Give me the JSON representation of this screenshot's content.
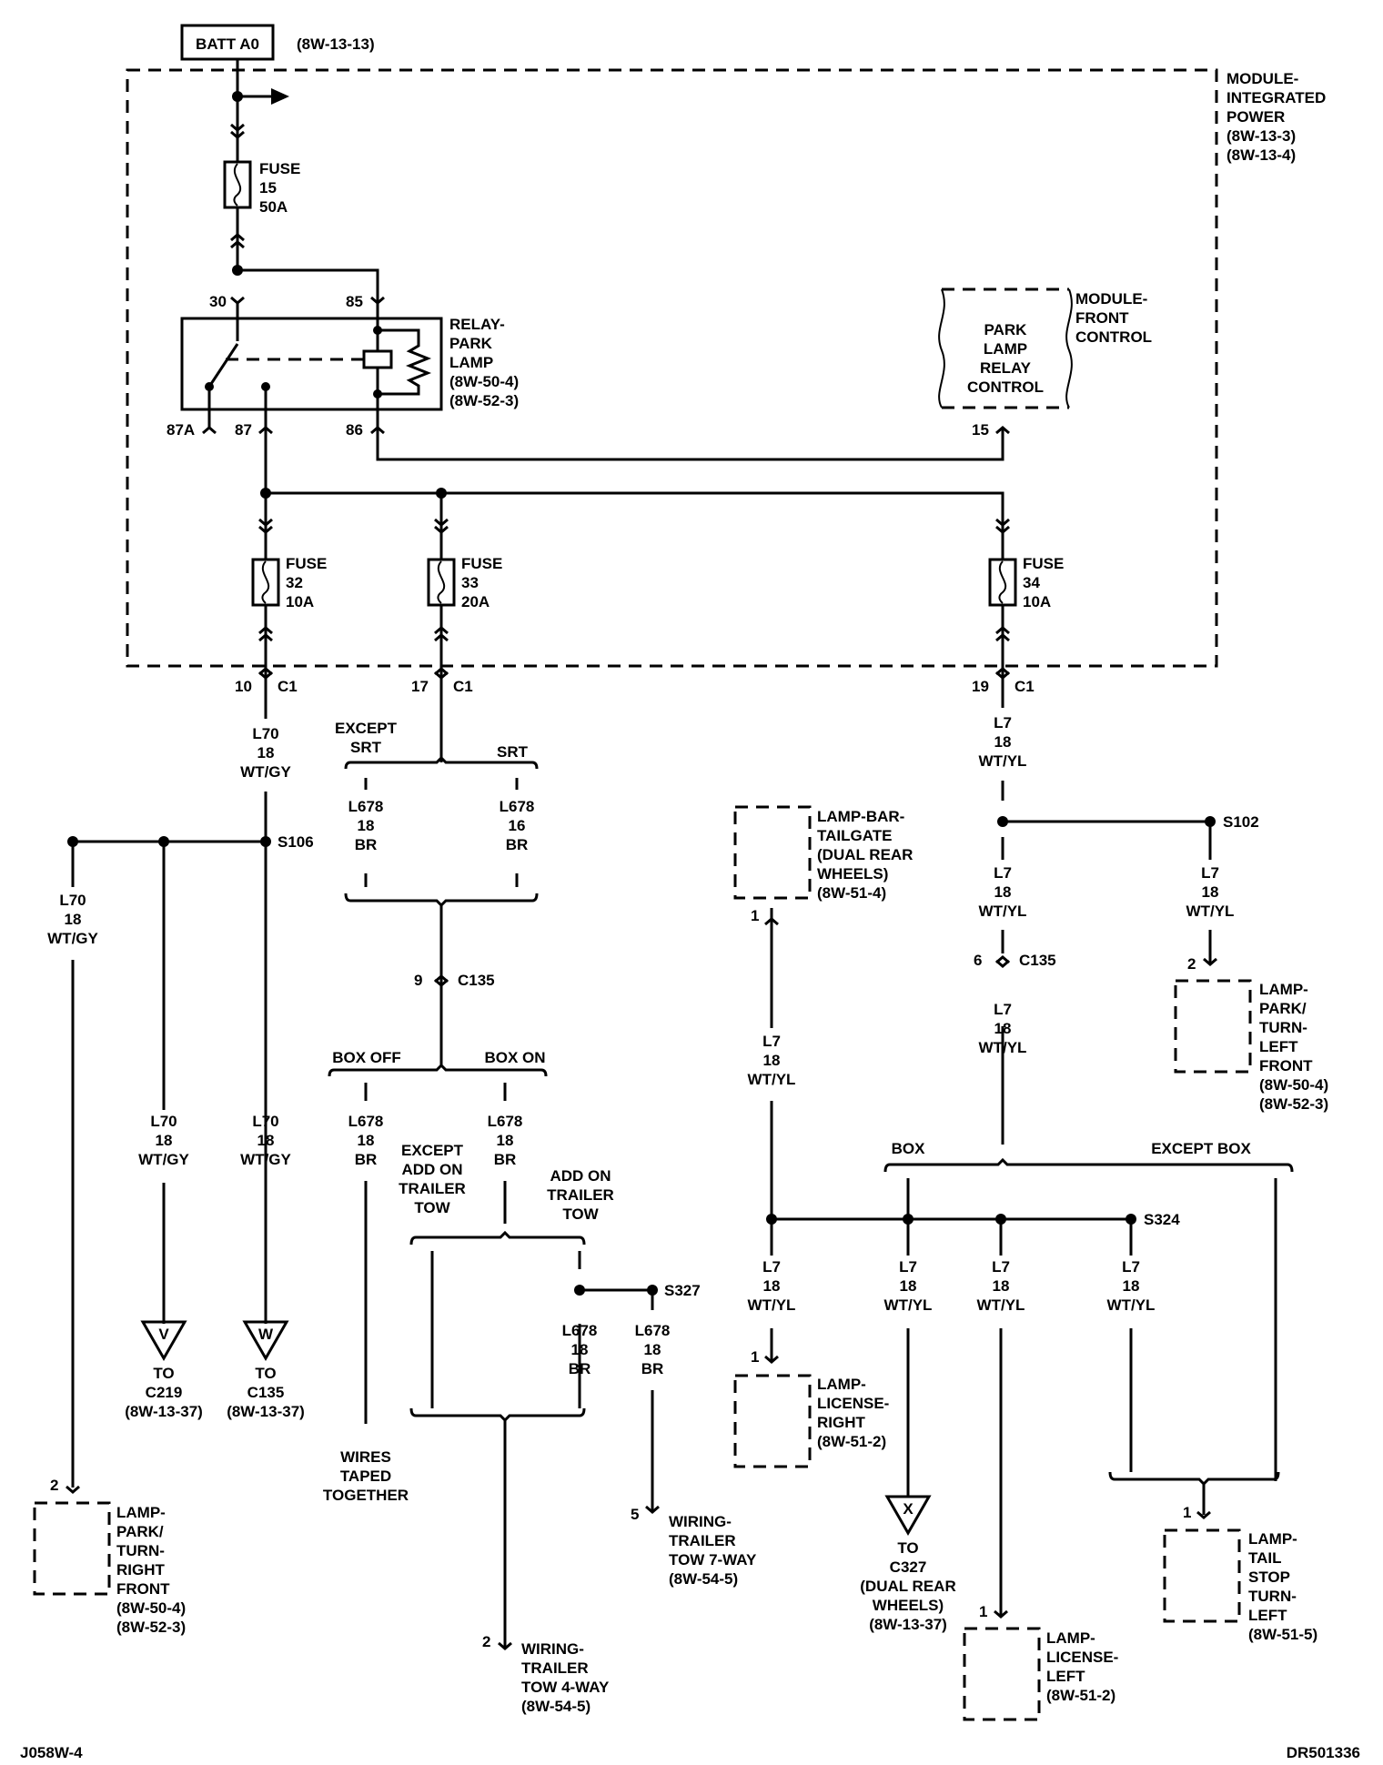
{
  "header": {
    "batt_label": "BATT A0",
    "batt_ref": "(8W-13-13)"
  },
  "module_ipm": {
    "lines": [
      "MODULE-",
      "INTEGRATED",
      "POWER",
      "(8W-13-3)",
      "(8W-13-4)"
    ]
  },
  "fuse15": [
    "FUSE",
    "15",
    "50A"
  ],
  "relay": {
    "pins": {
      "p30": "30",
      "p85": "85",
      "p87a": "87A",
      "p87": "87",
      "p86": "86"
    },
    "lines": [
      "RELAY-",
      "PARK",
      "LAMP",
      "(8W-50-4)",
      "(8W-52-3)"
    ]
  },
  "fcm": {
    "inner": [
      "PARK",
      "LAMP",
      "RELAY",
      "CONTROL"
    ],
    "side": [
      "MODULE-",
      "FRONT",
      "CONTROL"
    ],
    "pin": "15"
  },
  "fuse32": [
    "FUSE",
    "32",
    "10A"
  ],
  "fuse33": [
    "FUSE",
    "33",
    "20A"
  ],
  "fuse34": [
    "FUSE",
    "34",
    "10A"
  ],
  "c1": {
    "pin10": "10",
    "pin17": "17",
    "pin19": "19",
    "name": "C1"
  },
  "wires": {
    "l70_main": [
      "L70",
      "18",
      "WT/GY"
    ],
    "l70_left": [
      "L70",
      "18",
      "WT/GY"
    ],
    "l70_v": [
      "L70",
      "18",
      "WT/GY"
    ],
    "l70_w": [
      "L70",
      "18",
      "WT/GY"
    ],
    "l678_except_srt": [
      "L678",
      "18",
      "BR"
    ],
    "l678_srt": [
      "L678",
      "16",
      "BR"
    ],
    "l678_box_off": [
      "L678",
      "18",
      "BR"
    ],
    "l678_box_on": [
      "L678",
      "18",
      "BR"
    ],
    "l678_add_on": [
      "L678",
      "18",
      "BR"
    ],
    "l678_s327": [
      "L678",
      "18",
      "BR"
    ],
    "l7_top": [
      "L7",
      "18",
      "WT/YL"
    ],
    "l7_s102_down": [
      "L7",
      "18",
      "WT/YL"
    ],
    "l7_s102": [
      "L7",
      "18",
      "WT/YL"
    ],
    "l7_c135": [
      "L7",
      "18",
      "WT/YL"
    ],
    "l7_tailgate": [
      "L7",
      "18",
      "WT/YL"
    ],
    "l7_lic_right": [
      "L7",
      "18",
      "WT/YL"
    ],
    "l7_c327": [
      "L7",
      "18",
      "WT/YL"
    ],
    "l7_lic_left": [
      "L7",
      "18",
      "WT/YL"
    ],
    "l7_s324": [
      "L7",
      "18",
      "WT/YL"
    ]
  },
  "splices": {
    "s106": "S106",
    "s102": "S102",
    "s327": "S327",
    "s324": "S324"
  },
  "options": {
    "except_srt": [
      "EXCEPT",
      "SRT"
    ],
    "srt": "SRT",
    "box_off": "BOX OFF",
    "box_on": "BOX ON",
    "except_add_on": [
      "EXCEPT",
      "ADD ON",
      "TRAILER",
      "TOW"
    ],
    "add_on": [
      "ADD ON",
      "TRAILER",
      "TOW"
    ],
    "box": "BOX",
    "except_box": "EXCEPT BOX"
  },
  "c135": {
    "pin9": "9",
    "pin6": "6",
    "name": "C135"
  },
  "connectors": {
    "v": {
      "letter": "V",
      "lines": [
        "TO",
        "C219",
        "(8W-13-37)"
      ]
    },
    "w": {
      "letter": "W",
      "lines": [
        "TO",
        "C135",
        "(8W-13-37)"
      ]
    },
    "x": {
      "letter": "X",
      "lines": [
        "TO",
        "C327",
        "(DUAL REAR",
        "WHEELS)",
        "(8W-13-37)"
      ]
    }
  },
  "wires_taped": [
    "WIRES",
    "TAPED",
    "TOGETHER"
  ],
  "components": {
    "lamp_park_right": {
      "pin": "2",
      "lines": [
        "LAMP-",
        "PARK/",
        "TURN-",
        "RIGHT",
        "FRONT",
        "(8W-50-4)",
        "(8W-52-3)"
      ]
    },
    "lamp_park_left": {
      "pin": "2",
      "lines": [
        "LAMP-",
        "PARK/",
        "TURN-",
        "LEFT",
        "FRONT",
        "(8W-50-4)",
        "(8W-52-3)"
      ]
    },
    "tailgate": {
      "pin": "1",
      "lines": [
        "LAMP-BAR-",
        "TAILGATE",
        "(DUAL REAR",
        "WHEELS)",
        "(8W-51-4)"
      ]
    },
    "license_right": {
      "pin": "1",
      "lines": [
        "LAMP-",
        "LICENSE-",
        "RIGHT",
        "(8W-51-2)"
      ]
    },
    "license_left": {
      "pin": "1",
      "lines": [
        "LAMP-",
        "LICENSE-",
        "LEFT",
        "(8W-51-2)"
      ]
    },
    "tail_stop": {
      "pin": "1",
      "lines": [
        "LAMP-",
        "TAIL",
        "STOP",
        "TURN-",
        "LEFT",
        "(8W-51-5)"
      ]
    },
    "trailer4": {
      "pin": "2",
      "lines": [
        "WIRING-",
        "TRAILER",
        "TOW 4-WAY",
        "(8W-54-5)"
      ]
    },
    "trailer7": {
      "pin": "5",
      "lines": [
        "WIRING-",
        "TRAILER",
        "TOW 7-WAY",
        "(8W-54-5)"
      ]
    }
  },
  "footer": {
    "left": "J058W-4",
    "right": "DR501336"
  },
  "colors": {
    "ink": "#000000",
    "paper": "#ffffff"
  }
}
